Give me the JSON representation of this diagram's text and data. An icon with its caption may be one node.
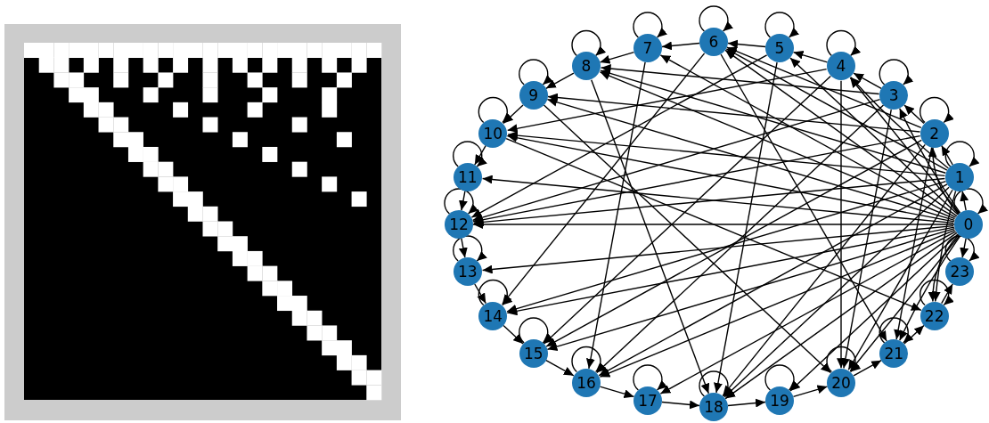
{
  "diagram": {
    "nodes": [
      {
        "text": [
          "0"
        ]
      },
      {
        "text": [
          "1"
        ]
      },
      {
        "text": [
          "2"
        ]
      },
      {
        "text": [
          "3"
        ]
      },
      {
        "text": [
          "4"
        ]
      },
      {
        "text": [
          "5"
        ]
      },
      {
        "text": [
          "6"
        ]
      },
      {
        "text": [
          "7"
        ]
      },
      {
        "text": [
          "8"
        ]
      },
      {
        "text": [
          "9"
        ]
      },
      {
        "text": [
          "10"
        ]
      },
      {
        "text": [
          "11"
        ]
      },
      {
        "text": [
          "12"
        ]
      },
      {
        "text": [
          "13"
        ]
      },
      {
        "text": [
          "14"
        ]
      },
      {
        "text": [
          "15"
        ]
      },
      {
        "text": [
          "16"
        ]
      },
      {
        "text": [
          "17"
        ]
      },
      {
        "text": [
          "18"
        ]
      },
      {
        "text": [
          "19"
        ]
      },
      {
        "text": [
          "20"
        ]
      },
      {
        "text": [
          "21"
        ]
      },
      {
        "text": [
          "22"
        ]
      },
      {
        "text": [
          "23"
        ]
      }
    ],
    "edges": [
      {
        "from": 0,
        "to": 0,
        "arrow": "to"
      },
      {
        "from": 0,
        "to": 1,
        "arrow": "to"
      },
      {
        "from": 0,
        "to": 2,
        "arrow": "to"
      },
      {
        "from": 0,
        "to": 3,
        "arrow": "to"
      },
      {
        "from": 0,
        "to": 4,
        "arrow": "to"
      },
      {
        "from": 0,
        "to": 5,
        "arrow": "to"
      },
      {
        "from": 0,
        "to": 6,
        "arrow": "to"
      },
      {
        "from": 0,
        "to": 7,
        "arrow": "to"
      },
      {
        "from": 0,
        "to": 8,
        "arrow": "to"
      },
      {
        "from": 0,
        "to": 9,
        "arrow": "to"
      },
      {
        "from": 0,
        "to": 10,
        "arrow": "to"
      },
      {
        "from": 0,
        "to": 11,
        "arrow": "to"
      },
      {
        "from": 0,
        "to": 12,
        "arrow": "to"
      },
      {
        "from": 0,
        "to": 13,
        "arrow": "to"
      },
      {
        "from": 0,
        "to": 14,
        "arrow": "to"
      },
      {
        "from": 0,
        "to": 15,
        "arrow": "to"
      },
      {
        "from": 0,
        "to": 16,
        "arrow": "to"
      },
      {
        "from": 0,
        "to": 17,
        "arrow": "to"
      },
      {
        "from": 0,
        "to": 18,
        "arrow": "to"
      },
      {
        "from": 0,
        "to": 19,
        "arrow": "to"
      },
      {
        "from": 0,
        "to": 20,
        "arrow": "to"
      },
      {
        "from": 0,
        "to": 21,
        "arrow": "to"
      },
      {
        "from": 0,
        "to": 22,
        "arrow": "to"
      },
      {
        "from": 0,
        "to": 23,
        "arrow": "to"
      },
      {
        "from": 1,
        "to": 1,
        "arrow": "to"
      },
      {
        "from": 1,
        "to": 2,
        "arrow": "to"
      },
      {
        "from": 1,
        "to": 4,
        "arrow": "to"
      },
      {
        "from": 1,
        "to": 6,
        "arrow": "to"
      },
      {
        "from": 1,
        "to": 8,
        "arrow": "to"
      },
      {
        "from": 1,
        "to": 10,
        "arrow": "to"
      },
      {
        "from": 1,
        "to": 12,
        "arrow": "to"
      },
      {
        "from": 1,
        "to": 14,
        "arrow": "to"
      },
      {
        "from": 1,
        "to": 16,
        "arrow": "to"
      },
      {
        "from": 1,
        "to": 18,
        "arrow": "to"
      },
      {
        "from": 1,
        "to": 20,
        "arrow": "to"
      },
      {
        "from": 1,
        "to": 22,
        "arrow": "to"
      },
      {
        "from": 2,
        "to": 2,
        "arrow": "to"
      },
      {
        "from": 2,
        "to": 3,
        "arrow": "to"
      },
      {
        "from": 2,
        "to": 6,
        "arrow": "to"
      },
      {
        "from": 2,
        "to": 9,
        "arrow": "to"
      },
      {
        "from": 2,
        "to": 12,
        "arrow": "to"
      },
      {
        "from": 2,
        "to": 15,
        "arrow": "to"
      },
      {
        "from": 2,
        "to": 18,
        "arrow": "to"
      },
      {
        "from": 2,
        "to": 21,
        "arrow": "to"
      },
      {
        "from": 3,
        "to": 3,
        "arrow": "to"
      },
      {
        "from": 3,
        "to": 4,
        "arrow": "to"
      },
      {
        "from": 3,
        "to": 8,
        "arrow": "to"
      },
      {
        "from": 3,
        "to": 12,
        "arrow": "to"
      },
      {
        "from": 3,
        "to": 16,
        "arrow": "to"
      },
      {
        "from": 3,
        "to": 20,
        "arrow": "to"
      },
      {
        "from": 4,
        "to": 4,
        "arrow": "to"
      },
      {
        "from": 4,
        "to": 5,
        "arrow": "to"
      },
      {
        "from": 4,
        "to": 10,
        "arrow": "to"
      },
      {
        "from": 4,
        "to": 15,
        "arrow": "to"
      },
      {
        "from": 4,
        "to": 20,
        "arrow": "to"
      },
      {
        "from": 5,
        "to": 5,
        "arrow": "to"
      },
      {
        "from": 5,
        "to": 6,
        "arrow": "to"
      },
      {
        "from": 5,
        "to": 12,
        "arrow": "to"
      },
      {
        "from": 5,
        "to": 18,
        "arrow": "to"
      },
      {
        "from": 6,
        "to": 6,
        "arrow": "to"
      },
      {
        "from": 6,
        "to": 7,
        "arrow": "to"
      },
      {
        "from": 6,
        "to": 14,
        "arrow": "to"
      },
      {
        "from": 6,
        "to": 21,
        "arrow": "to"
      },
      {
        "from": 7,
        "to": 7,
        "arrow": "to"
      },
      {
        "from": 7,
        "to": 8,
        "arrow": "to"
      },
      {
        "from": 7,
        "to": 16,
        "arrow": "to"
      },
      {
        "from": 8,
        "to": 8,
        "arrow": "to"
      },
      {
        "from": 8,
        "to": 9,
        "arrow": "to"
      },
      {
        "from": 8,
        "to": 18,
        "arrow": "to"
      },
      {
        "from": 9,
        "to": 9,
        "arrow": "to"
      },
      {
        "from": 9,
        "to": 10,
        "arrow": "to"
      },
      {
        "from": 9,
        "to": 20,
        "arrow": "to"
      },
      {
        "from": 10,
        "to": 10,
        "arrow": "to"
      },
      {
        "from": 10,
        "to": 11,
        "arrow": "to"
      },
      {
        "from": 10,
        "to": 22,
        "arrow": "to"
      },
      {
        "from": 11,
        "to": 11,
        "arrow": "to"
      },
      {
        "from": 11,
        "to": 12,
        "arrow": "to"
      },
      {
        "from": 12,
        "to": 12,
        "arrow": "to"
      },
      {
        "from": 12,
        "to": 13,
        "arrow": "to"
      },
      {
        "from": 13,
        "to": 13,
        "arrow": "to"
      },
      {
        "from": 13,
        "to": 14,
        "arrow": "to"
      },
      {
        "from": 14,
        "to": 14,
        "arrow": "to"
      },
      {
        "from": 14,
        "to": 15,
        "arrow": "to"
      },
      {
        "from": 15,
        "to": 15,
        "arrow": "to"
      },
      {
        "from": 15,
        "to": 16,
        "arrow": "to"
      },
      {
        "from": 16,
        "to": 16,
        "arrow": "to"
      },
      {
        "from": 16,
        "to": 17,
        "arrow": "to"
      },
      {
        "from": 17,
        "to": 17,
        "arrow": "to"
      },
      {
        "from": 17,
        "to": 18,
        "arrow": "to"
      },
      {
        "from": 18,
        "to": 18,
        "arrow": "to"
      },
      {
        "from": 18,
        "to": 19,
        "arrow": "to"
      },
      {
        "from": 19,
        "to": 19,
        "arrow": "to"
      },
      {
        "from": 19,
        "to": 20,
        "arrow": "to"
      },
      {
        "from": 20,
        "to": 20,
        "arrow": "to"
      },
      {
        "from": 20,
        "to": 21,
        "arrow": "to"
      },
      {
        "from": 21,
        "to": 21,
        "arrow": "to"
      },
      {
        "from": 21,
        "to": 22,
        "arrow": "to"
      },
      {
        "from": 22,
        "to": 22,
        "arrow": "to"
      },
      {
        "from": 22,
        "to": 23,
        "arrow": "to"
      },
      {
        "from": 23,
        "to": 23,
        "arrow": "to"
      }
    ]
  }
}
